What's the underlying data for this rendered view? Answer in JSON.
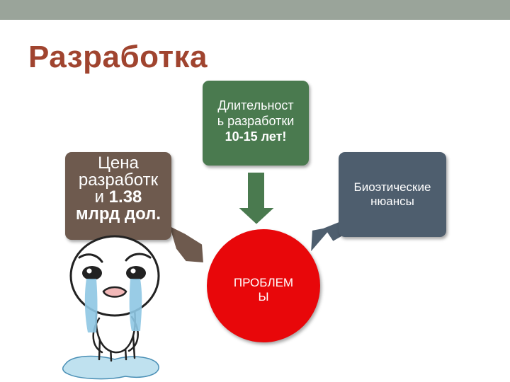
{
  "slide": {
    "title": "Разработка"
  },
  "boxes": {
    "price": {
      "line1": "Цена",
      "line2": "разработк",
      "line3_pre": "и ",
      "line3_bold": "1.38",
      "line4": "млрд дол."
    },
    "duration": {
      "line1": "Длительност",
      "line2": "ь разработки",
      "line3": "10-15 лет!"
    },
    "bio": {
      "line1": "Биоэтические",
      "line2": "нюансы"
    }
  },
  "result": {
    "line1": "ПРОБЛЕМ",
    "line2": "Ы"
  },
  "colors": {
    "topbar": "#9aa49a",
    "title": "#a0442f",
    "price_box": "#6e5a4e",
    "duration_box": "#4a7a4f",
    "bio_box": "#4e5e6e",
    "result_circle": "#e8070a"
  },
  "illustration": {
    "icon": "crying-meme-face"
  }
}
